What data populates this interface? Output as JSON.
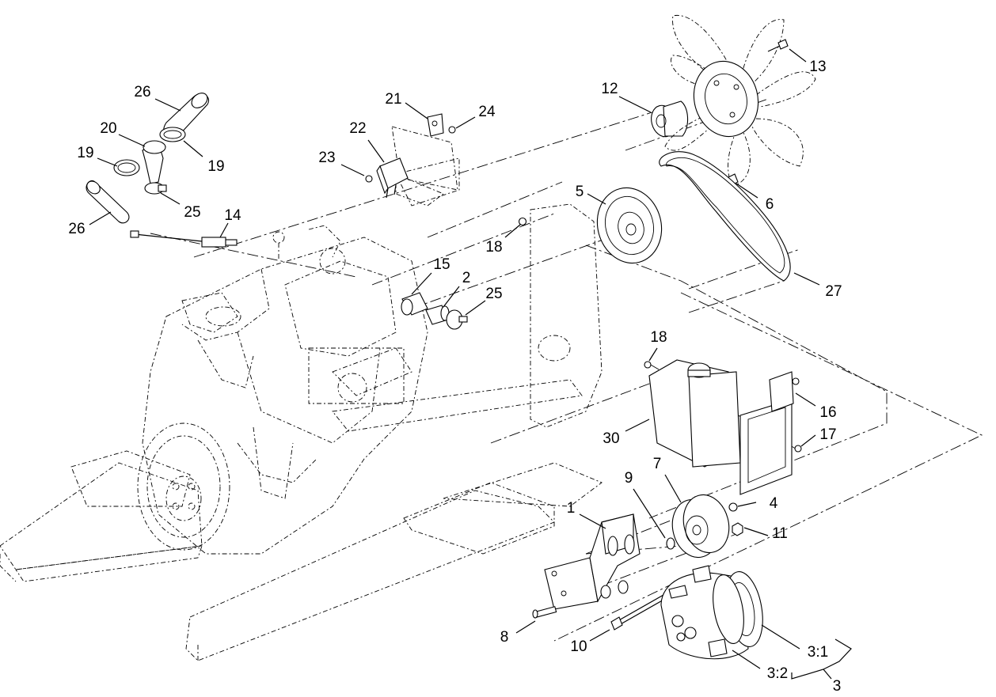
{
  "callouts": [
    {
      "id": "c1",
      "text": "1"
    },
    {
      "id": "c2",
      "text": "2"
    },
    {
      "id": "c3",
      "text": "3"
    },
    {
      "id": "c3_1",
      "text": "3:1"
    },
    {
      "id": "c3_2",
      "text": "3:2"
    },
    {
      "id": "c4",
      "text": "4"
    },
    {
      "id": "c5",
      "text": "5"
    },
    {
      "id": "c6",
      "text": "6"
    },
    {
      "id": "c7",
      "text": "7"
    },
    {
      "id": "c8",
      "text": "8"
    },
    {
      "id": "c9",
      "text": "9"
    },
    {
      "id": "c10",
      "text": "10"
    },
    {
      "id": "c11",
      "text": "11"
    },
    {
      "id": "c12",
      "text": "12"
    },
    {
      "id": "c13",
      "text": "13"
    },
    {
      "id": "c14",
      "text": "14"
    },
    {
      "id": "c15",
      "text": "15"
    },
    {
      "id": "c16",
      "text": "16"
    },
    {
      "id": "c17",
      "text": "17"
    },
    {
      "id": "c18a",
      "text": "18"
    },
    {
      "id": "c18b",
      "text": "18"
    },
    {
      "id": "c19a",
      "text": "19"
    },
    {
      "id": "c19b",
      "text": "19"
    },
    {
      "id": "c20",
      "text": "20"
    },
    {
      "id": "c21",
      "text": "21"
    },
    {
      "id": "c22",
      "text": "22"
    },
    {
      "id": "c23",
      "text": "23"
    },
    {
      "id": "c24",
      "text": "24"
    },
    {
      "id": "c25a",
      "text": "25"
    },
    {
      "id": "c25b",
      "text": "25"
    },
    {
      "id": "c26a",
      "text": "26"
    },
    {
      "id": "c26b",
      "text": "26"
    },
    {
      "id": "c27",
      "text": "27"
    },
    {
      "id": "c30",
      "text": "30"
    }
  ],
  "colors": {
    "line": "#000000",
    "background": "#ffffff"
  }
}
